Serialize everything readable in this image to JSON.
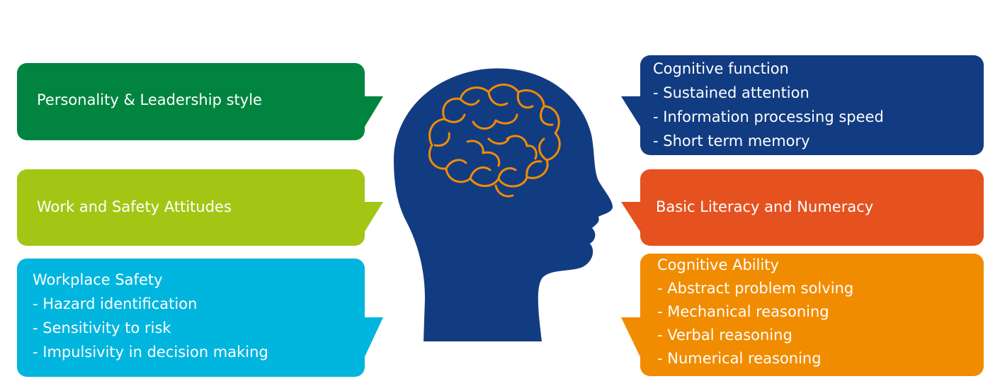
{
  "colors": {
    "personality": "#00843f",
    "work_safety": "#a3c614",
    "workplace_safety": "#00b5de",
    "cognitive_function": "#123c82",
    "literacy": "#e55220",
    "cognitive_ability": "#f18c00",
    "head": "#123c82",
    "brain": "#f18c00"
  },
  "icons": {
    "center": "head-silhouette-icon",
    "brain": "brain-icon"
  },
  "left": {
    "personality": {
      "lines": [
        "Personality & Leadership style"
      ]
    },
    "work_safety": {
      "lines": [
        "Work and Safety Attitudes"
      ]
    },
    "workplace_safety": {
      "lines": [
        "Workplace Safety",
        "- Hazard identification",
        "- Sensitivity to risk",
        "- Impulsivity in decision making"
      ]
    }
  },
  "right": {
    "cognitive_function": {
      "lines": [
        "Cognitive function",
        "- Sustained attention",
        "- Information processing speed",
        "- Short term memory"
      ]
    },
    "literacy": {
      "lines": [
        "Basic Literacy and Numeracy"
      ]
    },
    "cognitive_ability": {
      "lines": [
        "Cognitive Ability",
        "- Abstract problem solving",
        "- Mechanical reasoning",
        "- Verbal reasoning",
        "- Numerical reasoning"
      ]
    }
  }
}
